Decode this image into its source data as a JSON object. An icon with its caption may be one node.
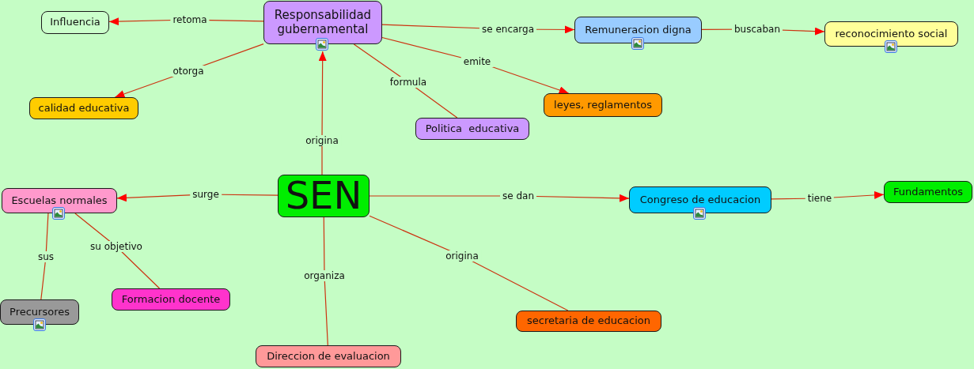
{
  "diagram": {
    "nodes": [
      {
        "text": [
          "Influencia"
        ]
      },
      {
        "text": [
          "Responsabilidad gubernamental"
        ]
      },
      {
        "text": [
          "Remuneracion digna"
        ]
      },
      {
        "text": [
          "reconocimiento social"
        ]
      },
      {
        "text": [
          "calidad educativa"
        ]
      },
      {
        "text": [
          "leyes, reglamentos"
        ]
      },
      {
        "text": [
          "Politica  educativa"
        ]
      },
      {
        "text": [
          "SEN"
        ]
      },
      {
        "text": [
          "Escuelas normales"
        ]
      },
      {
        "text": [
          "Congreso de educacion"
        ]
      },
      {
        "text": [
          "Fundamentos"
        ]
      },
      {
        "text": [
          "Precursores"
        ]
      },
      {
        "text": [
          "Formacion docente"
        ]
      },
      {
        "text": [
          "secretaria de educacion"
        ]
      },
      {
        "text": [
          "Direccion de evaluacion"
        ]
      }
    ],
    "edges": [
      {
        "from": 7,
        "to": 1,
        "arrow": "to",
        "label": "origina"
      },
      {
        "from": 1,
        "to": 0,
        "arrow": "to",
        "label": "retoma"
      },
      {
        "from": 1,
        "to": 4,
        "arrow": "to",
        "label": "otorga"
      },
      {
        "from": 1,
        "to": 6,
        "arrow": "none",
        "label": "formula"
      },
      {
        "from": 1,
        "to": 5,
        "arrow": "to",
        "label": "emite"
      },
      {
        "from": 1,
        "to": 2,
        "arrow": "to",
        "label": "se encarga"
      },
      {
        "from": 2,
        "to": 3,
        "arrow": "to",
        "label": "buscaban"
      },
      {
        "from": 7,
        "to": 8,
        "arrow": "to",
        "label": "surge"
      },
      {
        "from": 7,
        "to": 9,
        "arrow": "to",
        "label": "se dan"
      },
      {
        "from": 9,
        "to": 10,
        "arrow": "to",
        "label": "tiene"
      },
      {
        "from": 8,
        "to": 11,
        "arrow": "none",
        "label": "sus"
      },
      {
        "from": 8,
        "to": 12,
        "arrow": "none",
        "label": "su objetivo"
      },
      {
        "from": 7,
        "to": 14,
        "arrow": "none",
        "label": "organiza"
      },
      {
        "from": 7,
        "to": 13,
        "arrow": "none",
        "label": "origina"
      }
    ]
  }
}
